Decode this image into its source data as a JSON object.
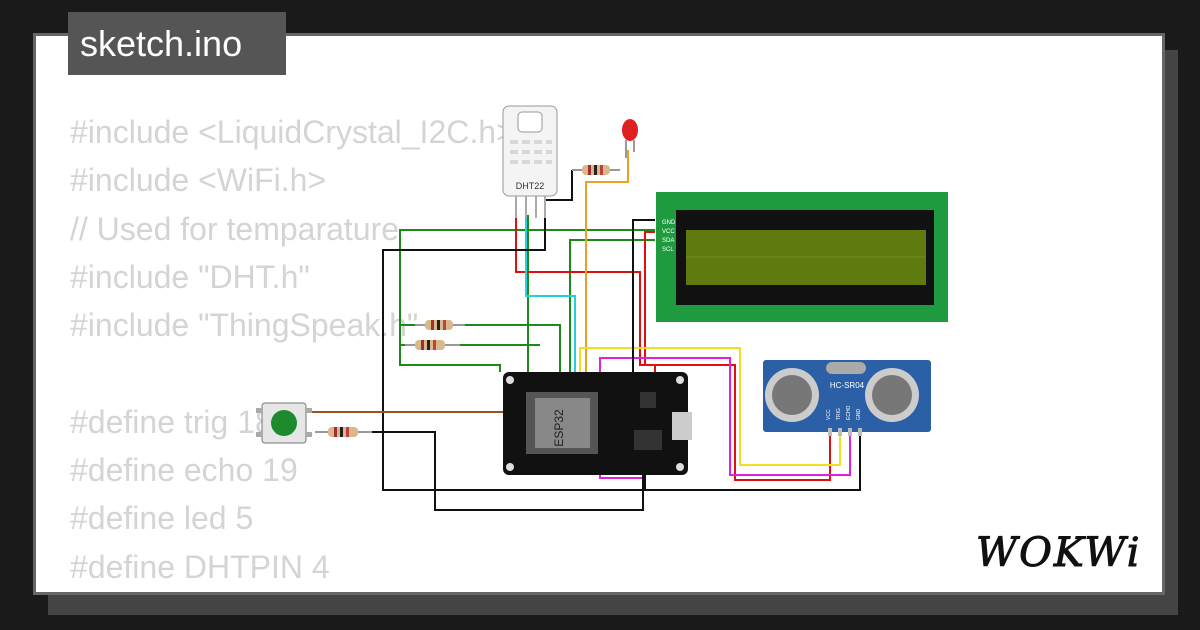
{
  "tab": {
    "filename": "sketch.ino"
  },
  "code_lines": [
    "#include <LiquidCrystal_I2C.h>",
    "#include <WiFi.h>",
    "// Used for temparature",
    "#include \"DHT.h\"",
    "#include \"ThingSpeak.h\"",
    "",
    "#define trig 18",
    "#define echo 19",
    "#define led 5",
    "#define DHTPIN 4"
  ],
  "components": {
    "dht_label": "DHT22",
    "esp_label": "ESP32",
    "ultrasonic_label": "HC-SR04",
    "ultrasonic_pins": [
      "VCC",
      "TRIG",
      "ECHO",
      "GND"
    ],
    "lcd_pins": [
      "GND",
      "VCC",
      "SDA",
      "SCL"
    ]
  },
  "brand": {
    "logo_text": "WOKWi"
  },
  "colors": {
    "background": "#1a1a1a",
    "card": "#ffffff",
    "tab": "#555555",
    "code_text": "#d4d4d4",
    "lcd_board": "#1f9b3f",
    "lcd_screen": "#5f7a0f",
    "ultrasonic": "#2b5fa6",
    "esp_board": "#111111"
  }
}
